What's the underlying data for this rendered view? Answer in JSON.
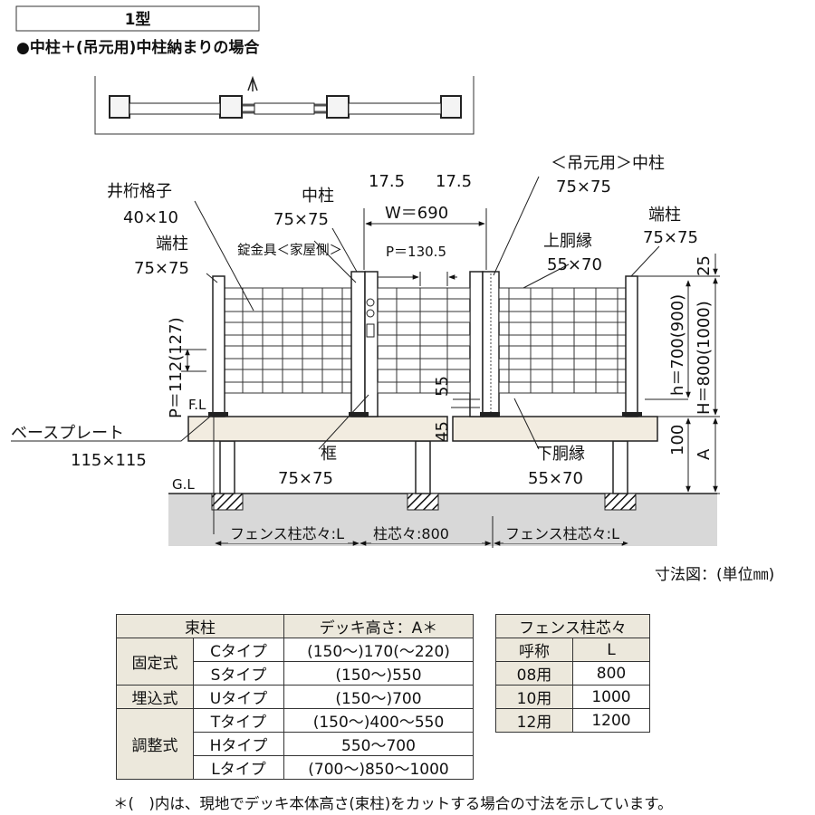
{
  "header": {
    "type_label": "1型",
    "subtitle": "●中柱＋(吊元用)中柱納まりの場合"
  },
  "labels": {
    "lattice": "井桁格子",
    "lattice_dim": "40×10",
    "end_post_left": "端柱",
    "end_post_left_dim": "75×75",
    "lock": "錠金具＜家屋側＞",
    "mid_post": "中柱",
    "mid_post_dim": "75×75",
    "hinge_post": "＜吊元用＞中柱",
    "hinge_post_dim": "75×75",
    "end_post_right": "端柱",
    "end_post_right_dim": "75×75",
    "top_rail": "上胴縁",
    "top_rail_dim": "55×70",
    "bottom_rail": "下胴縁",
    "bottom_rail_dim": "55×70",
    "frame": "框",
    "frame_dim": "75×75",
    "base_plate": "ベースプレート",
    "base_plate_dim": "115×115",
    "fl": "F.L",
    "gl": "G.L"
  },
  "dimensions": {
    "gap_left": "17.5",
    "gap_right": "17.5",
    "width": "W＝690",
    "pitch_top": "P＝130.5",
    "pitch_side": "P＝112(127)",
    "d55": "55",
    "d45": "45",
    "d25": "25",
    "h": "h＝700(900)",
    "H": "H＝800(1000)",
    "d100": "100",
    "A": "A",
    "fence_left": "フェンス柱芯々:L",
    "center": "柱芯々:800",
    "fence_right": "フェンス柱芯々:L"
  },
  "scale_note": "寸法図：(単位㎜)",
  "table1": {
    "headers": [
      "束柱",
      "デッキ高さ：A＊"
    ],
    "groups": [
      {
        "group": "固定式",
        "rows": [
          [
            "Cタイプ",
            "(150〜)170(〜220)"
          ],
          [
            "Sタイプ",
            "(150〜)550"
          ]
        ]
      },
      {
        "group": "埋込式",
        "rows": [
          [
            "Uタイプ",
            "(150〜)700"
          ]
        ]
      },
      {
        "group": "調整式",
        "rows": [
          [
            "Tタイプ",
            "(150〜)400〜550"
          ],
          [
            "Hタイプ",
            "550〜700"
          ],
          [
            "Lタイプ",
            "(700〜)850〜1000"
          ]
        ]
      }
    ]
  },
  "table2": {
    "title": "フェンス柱芯々",
    "headers": [
      "呼称",
      "L"
    ],
    "rows": [
      [
        "08用",
        "800"
      ],
      [
        "10用",
        "1000"
      ],
      [
        "12用",
        "1200"
      ]
    ]
  },
  "footnote": "＊(　)内は、現地でデッキ本体高さ(束柱)をカットする場合の寸法を示しています。"
}
